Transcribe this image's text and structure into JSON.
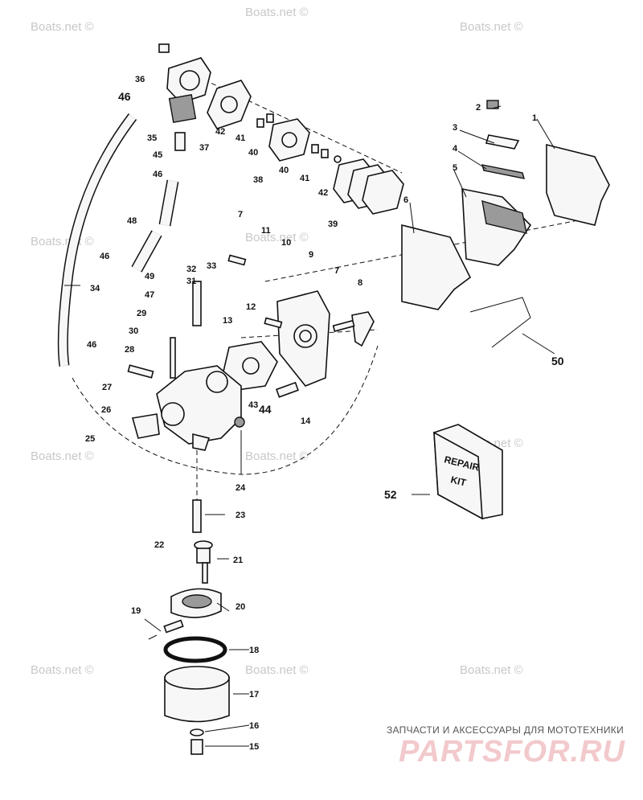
{
  "watermark": "Boats.net ©",
  "kit_label_line1": "REPAIR",
  "kit_label_line2": "KIT",
  "brand_subtitle": "ЗАПЧАСТИ И АКСЕССУАРЫ ДЛЯ МОТОТЕХНИКИ",
  "brand_logo_text": "PARTSFOR.RU",
  "callouts": {
    "c1": "1",
    "c2": "2",
    "c3": "3",
    "c4": "4",
    "c5": "5",
    "c6": "6",
    "c7a": "7",
    "c7b": "7",
    "c8": "8",
    "c9": "9",
    "c10": "10",
    "c11": "11",
    "c12": "12",
    "c13": "13",
    "c14": "14",
    "c15": "15",
    "c16": "16",
    "c17": "17",
    "c18": "18",
    "c19": "19",
    "c20": "20",
    "c21": "21",
    "c22": "22",
    "c23": "23",
    "c24": "24",
    "c25": "25",
    "c26": "26",
    "c27": "27",
    "c28": "28",
    "c29": "29",
    "c30": "30",
    "c31": "31",
    "c32": "32",
    "c33": "33",
    "c34": "34",
    "c35": "35",
    "c36": "36",
    "c37": "37",
    "c38": "38",
    "c39": "39",
    "c40a": "40",
    "c40b": "40",
    "c41a": "41",
    "c41b": "41",
    "c42a": "42",
    "c42b": "42",
    "c43": "43",
    "c44": "44",
    "c45": "45",
    "c46a": "46",
    "c46b": "46",
    "c46c": "46",
    "c46d": "46",
    "c47": "47",
    "c48": "48",
    "c49": "49",
    "c50": "50",
    "c52": "52"
  }
}
